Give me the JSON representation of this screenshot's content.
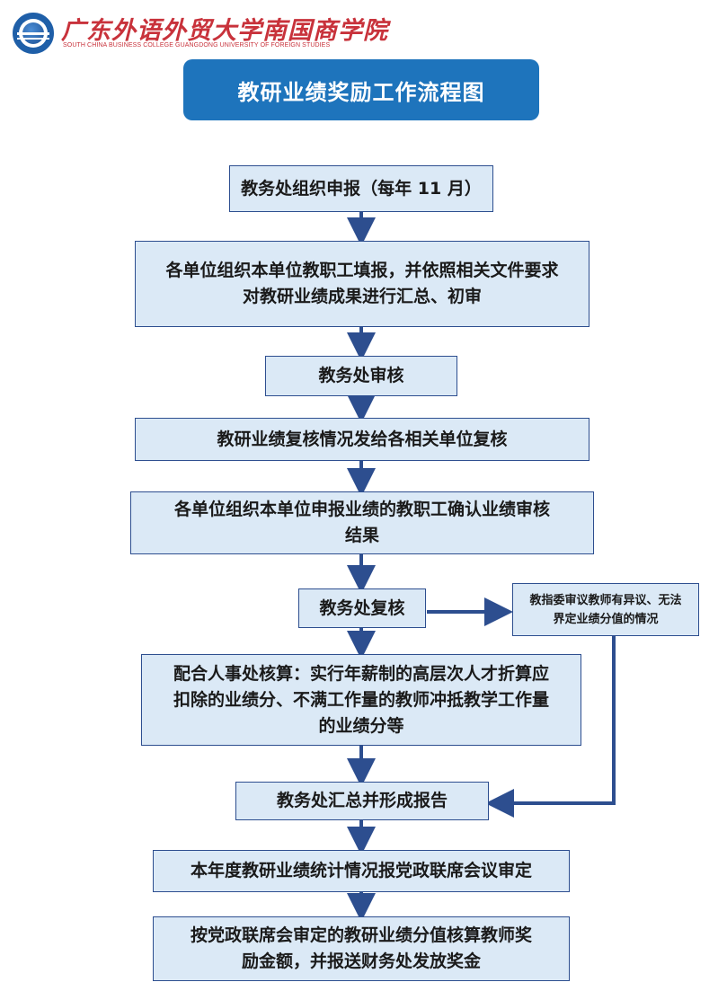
{
  "header": {
    "school_name_zh": "广东外语外贸大学南国商学院",
    "school_name_en": "SOUTH CHINA BUSINESS COLLEGE GUANGDONG UNIVERSITY OF FOREIGN STUDIES"
  },
  "title": "教研业绩奖励工作流程图",
  "steps": [
    {
      "lines": [
        "教务处组织申报（每年 11 月）"
      ]
    },
    {
      "lines": [
        "各单位组织本单位教职工填报，并依照相关文件要求",
        "对教研业绩成果进行汇总、初审"
      ]
    },
    {
      "lines": [
        "教务处审核"
      ]
    },
    {
      "lines": [
        "教研业绩复核情况发给各相关单位复核"
      ]
    },
    {
      "lines": [
        "各单位组织本单位申报业绩的教职工确认业绩审核",
        "结果"
      ]
    },
    {
      "lines": [
        "教务处复核"
      ]
    },
    {
      "lines": [
        "配合人事处核算：实行年薪制的高层次人才折算应",
        "扣除的业绩分、不满工作量的教师冲抵教学工作量",
        "的业绩分等"
      ]
    },
    {
      "lines": [
        "教务处汇总并形成报告"
      ]
    },
    {
      "lines": [
        "本年度教研业绩统计情况报党政联席会议审定"
      ]
    },
    {
      "lines": [
        "按党政联席会审定的教研业绩分值核算教师奖",
        "励金额，并报送财务处发放奖金"
      ]
    }
  ],
  "side_note": {
    "lines": [
      "教指委审议教师有异议、无法",
      "界定业绩分值的情况"
    ]
  },
  "colors": {
    "banner": "#1e74bc",
    "box_fill": "#dbe9f6",
    "box_border": "#2d4e8f",
    "arrow": "#2d4e8f",
    "school_red": "#c8323b"
  }
}
